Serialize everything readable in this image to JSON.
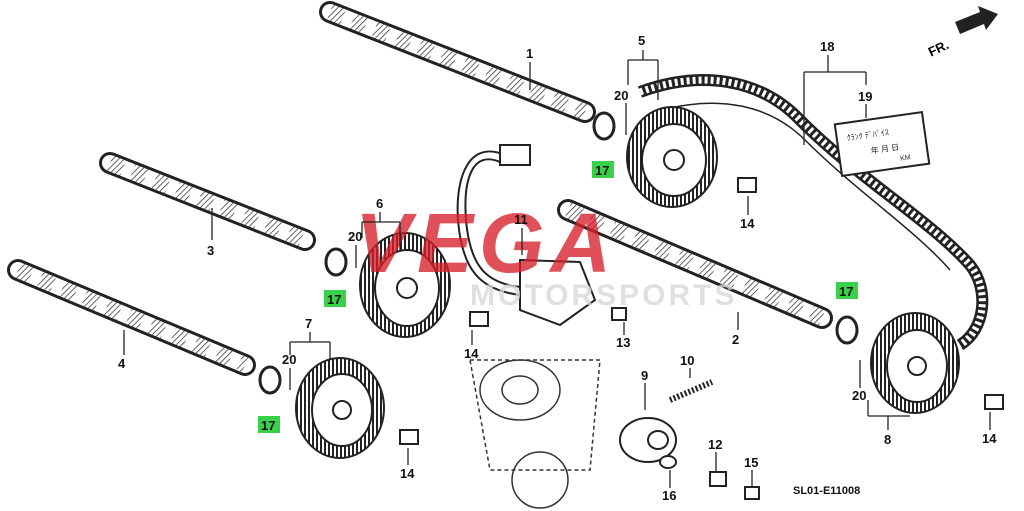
{
  "diagram": {
    "code": "SL01-E11008",
    "direction": "FR.",
    "label_card": {
      "line1": "ｸﾗﾝｸ ﾃﾞﾊﾞｲｽ",
      "line2": "年 月 日",
      "line3": "KM"
    },
    "watermark": {
      "main": "VEGA",
      "sub": "MOTORSPORTS",
      "color": "#d81f2a"
    },
    "highlight_color": "#3ad14a",
    "callouts": {
      "c1": "1",
      "c2": "2",
      "c3": "3",
      "c4": "4",
      "c5": "5",
      "c6": "6",
      "c7": "7",
      "c8": "8",
      "c9": "9",
      "c10": "10",
      "c11": "11",
      "c12": "12",
      "c13": "13",
      "c14a": "14",
      "c14b": "14",
      "c14c": "14",
      "c14d": "14",
      "c15": "15",
      "c16": "16",
      "c17a": "17",
      "c17b": "17",
      "c17c": "17",
      "c17d": "17",
      "c18": "18",
      "c19": "19",
      "c20a": "20",
      "c20b": "20",
      "c20c": "20",
      "c20d": "20"
    }
  }
}
